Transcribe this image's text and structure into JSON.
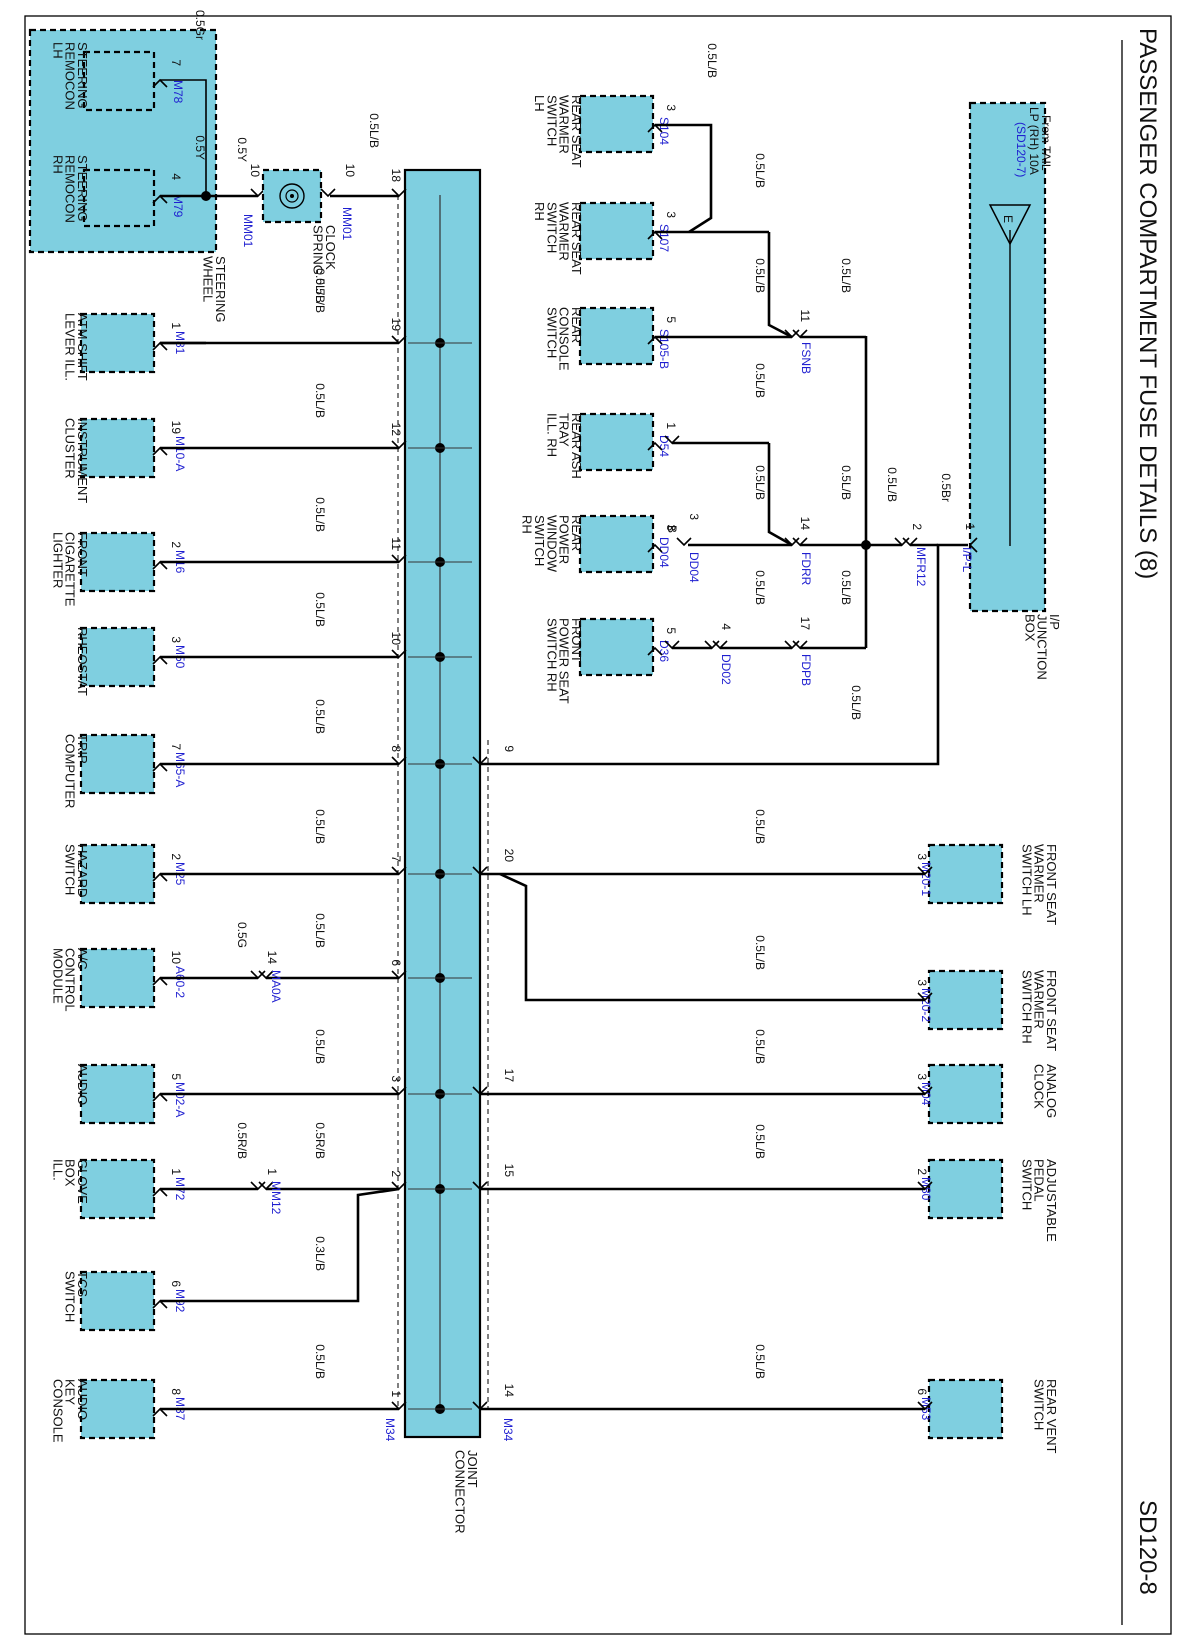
{
  "title": "PASSENGER COMPARTMENT FUSE DETAILS (8)",
  "page_code": "SD120-8",
  "colors": {
    "box": "#7fcfe0",
    "wire": "#000000",
    "ref": "#1f1fd0"
  },
  "junction_box": {
    "source_line1": "From TAIL",
    "source_line2": "LP (RH) 10A",
    "source_ref": "(SD120-7)",
    "symbol": "E",
    "name1": "I/P",
    "name2": "JUNCTION",
    "name3": "BOX",
    "pin": "1",
    "connector": "I/P-L"
  },
  "mfr12": {
    "pin": "2",
    "wire": "0.5Br",
    "name": "MFR12"
  },
  "splice_wire": "0.5L/B",
  "upper_components": [
    {
      "name": [
        "REAR SEAT",
        "WARMER",
        "SWITCH",
        "LH"
      ],
      "pin": "3",
      "conn": "S104",
      "wire": "0.5L/B"
    },
    {
      "name": [
        "REAR SEAT",
        "WARMER",
        "SWITCH",
        "RH"
      ],
      "pin": "3",
      "conn": "S107",
      "wire": "0.5L/B"
    },
    {
      "name": [
        "REAR",
        "CONSOLE",
        "SWITCH"
      ],
      "pin": "5",
      "conn": "S105-B",
      "wire": "0.5L/B",
      "inline_pin": "11",
      "inline": "FSNB",
      "wire2": "0.5L/B"
    },
    {
      "name": [
        "REAR ASH",
        "TRAY",
        "ILL. RH"
      ],
      "pin": "1",
      "conn": "D54",
      "wire": "0.5L/B"
    },
    {
      "name": [
        "REAR",
        "POWER",
        "WINDOW",
        "SWITCH",
        "RH"
      ],
      "pin": "3",
      "conn": "DD04",
      "pin_letter": "B",
      "wire": "0.5L/B",
      "inline_pin": "14",
      "inline": "FDRR",
      "wire2": "0.5L/B"
    },
    {
      "name": [
        "FRONT",
        "POWER SEAT",
        "SWITCH RH"
      ],
      "pin": "5",
      "conn": "D36",
      "inline1_pin": "4",
      "inline1": "DD02",
      "wire": "0.5L/B",
      "inline_pin": "17",
      "inline": "FDPB",
      "wire2": "0.5L/B"
    }
  ],
  "steering": {
    "lh": {
      "name": [
        "STEERING",
        "REMOCON",
        "LH"
      ],
      "pin": "7",
      "conn": "M78",
      "wire": "0.5Gr"
    },
    "rh": {
      "name": [
        "STEERING",
        "REMOCON",
        "RH"
      ],
      "pin": "4",
      "conn": "M79",
      "wire": "0.5Y"
    },
    "label": [
      "STEERING",
      "WHEEL"
    ],
    "mm01_left_pin": "10",
    "mm01_left": "MM01",
    "mm01_left_wire": "0.5Y",
    "clock": [
      "CLOCK",
      "SPRING"
    ],
    "mm01_right_pin": "10",
    "mm01_right": "MM01",
    "to_jc_wire": "0.5L/B",
    "to_jc_pin": "18"
  },
  "joint_connector": {
    "name": [
      "JOINT",
      "CONNECTOR"
    ],
    "left_conn": "M34",
    "right_conn": "M34"
  },
  "right_pin9": {
    "pin": "9",
    "wire": "0.5L/B"
  },
  "left_components": [
    {
      "name": [
        "ATM SHIFT",
        "LEVER ILL."
      ],
      "pin": "1",
      "conn": "M81",
      "wire": "0.5L/B",
      "jc_pin": "19"
    },
    {
      "name": [
        "INSTRUMENT",
        "CLUSTER"
      ],
      "pin": "19",
      "conn": "M10-A",
      "wire": "0.5L/B",
      "jc_pin": "12"
    },
    {
      "name": [
        "FRONT",
        "CIGARETTE",
        "LIGHTER"
      ],
      "pin": "2",
      "conn": "M16",
      "wire": "0.5L/B",
      "jc_pin": "11"
    },
    {
      "name": [
        "RHEOSTAT"
      ],
      "pin": "3",
      "conn": "M50",
      "wire": "0.5L/B",
      "jc_pin": "10"
    },
    {
      "name": [
        "TRIP",
        "COMPUTER"
      ],
      "pin": "7",
      "conn": "M65-A",
      "wire": "0.5L/B",
      "jc_pin": "8"
    },
    {
      "name": [
        "HAZARD",
        "SWITCH"
      ],
      "pin": "2",
      "conn": "M25",
      "wire": "0.5L/B",
      "jc_pin": "7"
    },
    {
      "name": [
        "A/C",
        "CONTROL",
        "MODULE"
      ],
      "pin": "10",
      "conn": "A60-2",
      "wire": "0.5G",
      "inline_pin": "14",
      "inline": "MA0A",
      "wire2": "0.5L/B",
      "jc_pin": "6"
    },
    {
      "name": [
        "AUDIO"
      ],
      "pin": "5",
      "conn": "M02-A",
      "wire": "0.5L/B",
      "jc_pin": "3"
    },
    {
      "name": [
        "GLOVE",
        "BOX",
        "ILL."
      ],
      "pin": "1",
      "conn": "M72",
      "wire": "0.5R/B",
      "inline_pin": "1",
      "inline": "MM12",
      "wire2": "0.5R/B",
      "jc_pin": "2"
    },
    {
      "name": [
        "TCS",
        "SWITCH"
      ],
      "pin": "6",
      "conn": "M92",
      "wire": "0.3L/B"
    },
    {
      "name": [
        "AUDIO",
        "KEY",
        "CONSOLE"
      ],
      "pin": "8",
      "conn": "M37",
      "wire": "0.5L/B",
      "jc_pin": "1"
    }
  ],
  "right_components": [
    {
      "name": [
        "FRONT SEAT",
        "WARMER",
        "SWITCH LH"
      ],
      "pin": "3",
      "conn": "M20-1",
      "wire": "0.5L/B",
      "jc_pin": "20"
    },
    {
      "name": [
        "FRONT SEAT",
        "WARMER",
        "SWITCH RH"
      ],
      "pin": "3",
      "conn": "M20-2",
      "wire": "0.5L/B"
    },
    {
      "name": [
        "ANALOG",
        "CLOCK"
      ],
      "pin": "3",
      "conn": "M04",
      "wire": "0.5L/B",
      "jc_pin": "17"
    },
    {
      "name": [
        "ADJUSTABLE",
        "PEDAL",
        "SWITCH"
      ],
      "pin": "2",
      "conn": "M80",
      "wire": "0.5L/B",
      "jc_pin": "15"
    },
    {
      "name": [
        "REAR VENT",
        "SWITCH"
      ],
      "pin": "6",
      "conn": "M53",
      "wire": "0.5L/B",
      "jc_pin": "14"
    }
  ]
}
